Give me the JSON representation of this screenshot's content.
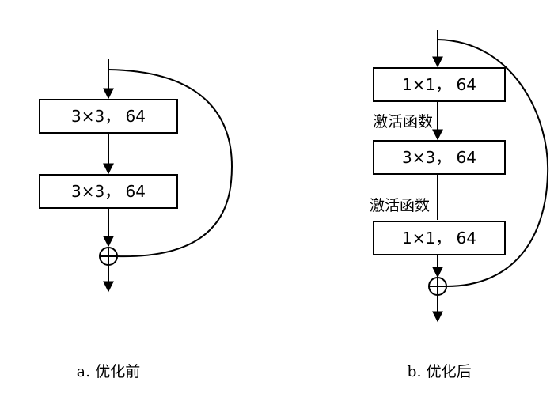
{
  "left": {
    "boxes": [
      "3×3， 64",
      "3×3， 64"
    ],
    "caption": "a. 优化前"
  },
  "right": {
    "boxes": [
      "1×1， 64",
      "3×3， 64",
      "1×1， 64"
    ],
    "activations": [
      "激活函数",
      "激活函数"
    ],
    "caption": "b. 优化后"
  }
}
